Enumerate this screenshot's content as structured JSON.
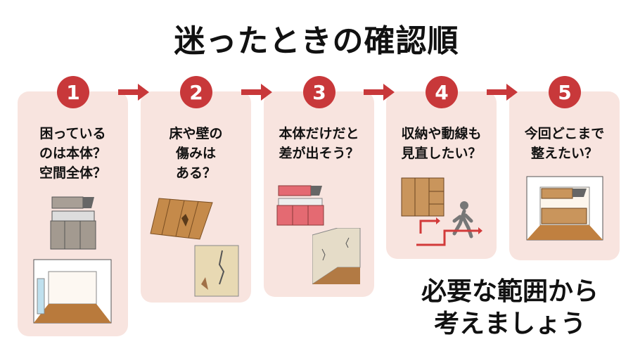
{
  "title": "迷ったときの確認順",
  "steps": [
    {
      "number": "1",
      "question_lines": [
        "困っている",
        "のは本体？",
        "空間全体？"
      ]
    },
    {
      "number": "2",
      "question_lines": [
        "床や壁の",
        "傷みは",
        "ある？"
      ]
    },
    {
      "number": "3",
      "question_lines": [
        "本体だけだと",
        "差が出そう？"
      ]
    },
    {
      "number": "4",
      "question_lines": [
        "収納や動線も",
        "見直したい？"
      ]
    },
    {
      "number": "5",
      "question_lines": [
        "今回どこまで",
        "整えたい？"
      ]
    }
  ],
  "closing_lines": [
    "必要な範囲から",
    "考えましょう"
  ],
  "colors": {
    "accent": "#c8383a",
    "card": "#f8e4df"
  }
}
